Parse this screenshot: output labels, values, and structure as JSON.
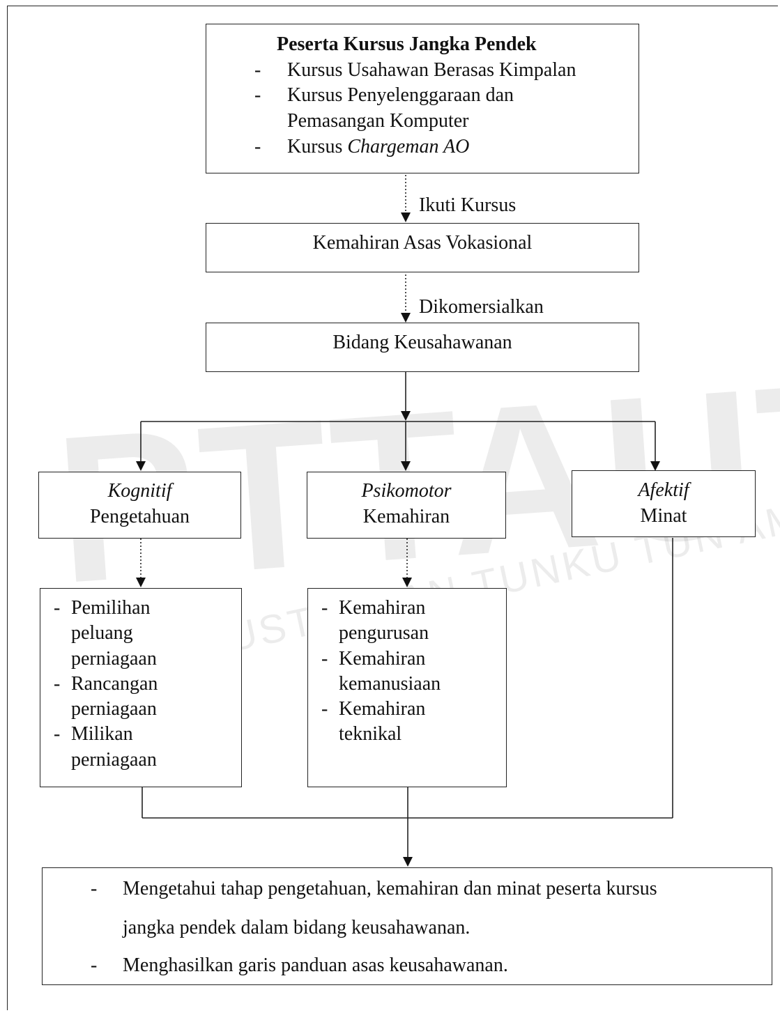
{
  "top_box": {
    "title": "Peserta Kursus Jangka Pendek",
    "items": [
      {
        "text": "Kursus Usahawan Berasas Kimpalan"
      },
      {
        "line1": "Kursus Penyelenggaraan dan",
        "line2": "Pemasangan Komputer"
      },
      {
        "prefix": "Kursus ",
        "italic": "Chargeman AO"
      }
    ],
    "bullet": "-"
  },
  "arrow_labels": {
    "first": "Ikuti Kursus",
    "second": "Dikomersialkan"
  },
  "vocational_box": {
    "label": "Kemahiran Asas Vokasional"
  },
  "entrepreneur_box": {
    "label": "Bidang Keusahawanan"
  },
  "domains": {
    "cognitive": {
      "title": "Kognitif",
      "label": "Pengetahuan"
    },
    "psychomotor": {
      "title": "Psikomotor",
      "label": "Kemahiran"
    },
    "affective": {
      "title": "Afektif",
      "label": "Minat"
    }
  },
  "cognitive_list": {
    "items": [
      [
        "Pemilihan",
        "peluang",
        "perniagaan"
      ],
      [
        "Rancangan",
        "perniagaan"
      ],
      [
        "Milikan",
        "perniagaan"
      ]
    ]
  },
  "psychomotor_list": {
    "items": [
      [
        "Kemahiran",
        "pengurusan"
      ],
      [
        "Kemahiran",
        "kemanusiaan"
      ],
      [
        "Kemahiran",
        "teknikal"
      ]
    ]
  },
  "outcome_box": {
    "item1_line1": "Mengetahui tahap pengetahuan, kemahiran dan minat peserta kursus",
    "item1_line2": "jangka pendek dalam bidang keusahawanan.",
    "item2": "Menghasilkan garis panduan asas keusahawanan."
  },
  "watermark": {
    "big": "PTTAUTH",
    "small": "PERPUSTAKAAN TUNKU TUN AMINAH"
  }
}
